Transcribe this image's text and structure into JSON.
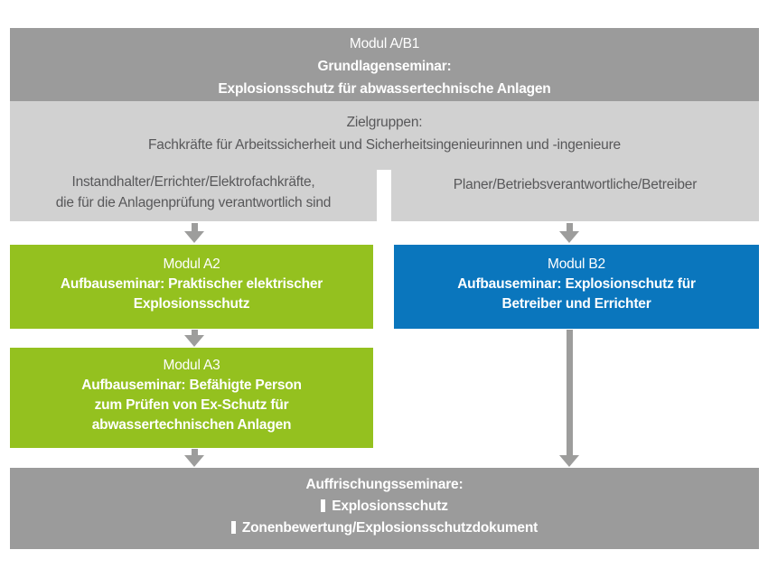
{
  "colors": {
    "dark_gray": "#9B9B9B",
    "light_gray": "#D1D1D1",
    "green": "#94C11F",
    "blue": "#0A76BD",
    "text_dark": "#58585A",
    "arrow_gray": "#9D9D9C",
    "text_white": "#FFFFFF"
  },
  "header": {
    "line1": "Modul A/B1",
    "line2": "Grundlagenseminar:",
    "line3": "Explosionsschutz für abwassertechnische Anlagen"
  },
  "target_groups": {
    "title": "Zielgruppen:",
    "subtitle": "Fachkräfte für Arbeitssicherheit und Sicherheitsingenieurinnen und -ingenieure",
    "left_line1": "Instandhalter/Errichter/Elektrofachkräfte,",
    "left_line2": "die für die Anlagenprüfung verantwortlich sind",
    "right": "Planer/Betriebsverantwortliche/Betreiber"
  },
  "modul_a2": {
    "title": "Modul A2",
    "line1": "Aufbauseminar: Praktischer elektrischer",
    "line2": "Explosionsschutz"
  },
  "modul_b2": {
    "title": "Modul B2",
    "line1": "Aufbauseminar: Explosionschutz für",
    "line2": "Betreiber und Errichter"
  },
  "modul_a3": {
    "title": "Modul A3",
    "line1": "Aufbauseminar: Befähigte Person",
    "line2": "zum Prüfen von Ex-Schutz für",
    "line3": "abwassertechnischen Anlagen"
  },
  "refresher": {
    "title": "Auffrischungsseminare:",
    "items": [
      "Explosionsschutz",
      "Zonenbewertung/Explosionsschutzdokument"
    ]
  }
}
